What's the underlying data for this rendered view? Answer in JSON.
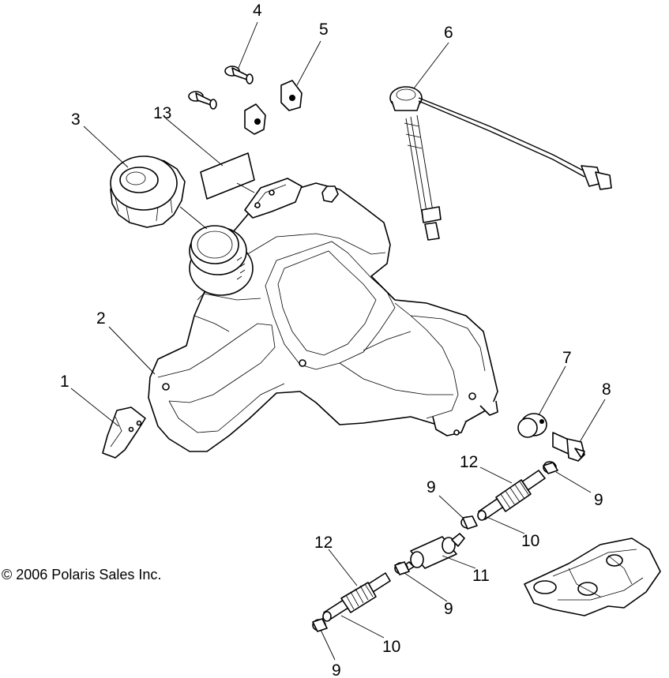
{
  "copyright": "© 2006 Polaris Sales Inc.",
  "labels": {
    "p1": "1",
    "p2": "2",
    "p3": "3",
    "p4": "4",
    "p5": "5",
    "p6": "6",
    "p7": "7",
    "p8": "8",
    "p9a": "9",
    "p9b": "9",
    "p9c": "9",
    "p9d": "9",
    "p10a": "10",
    "p10b": "10",
    "p11": "11",
    "p12a": "12",
    "p12b": "12",
    "p13": "13"
  }
}
